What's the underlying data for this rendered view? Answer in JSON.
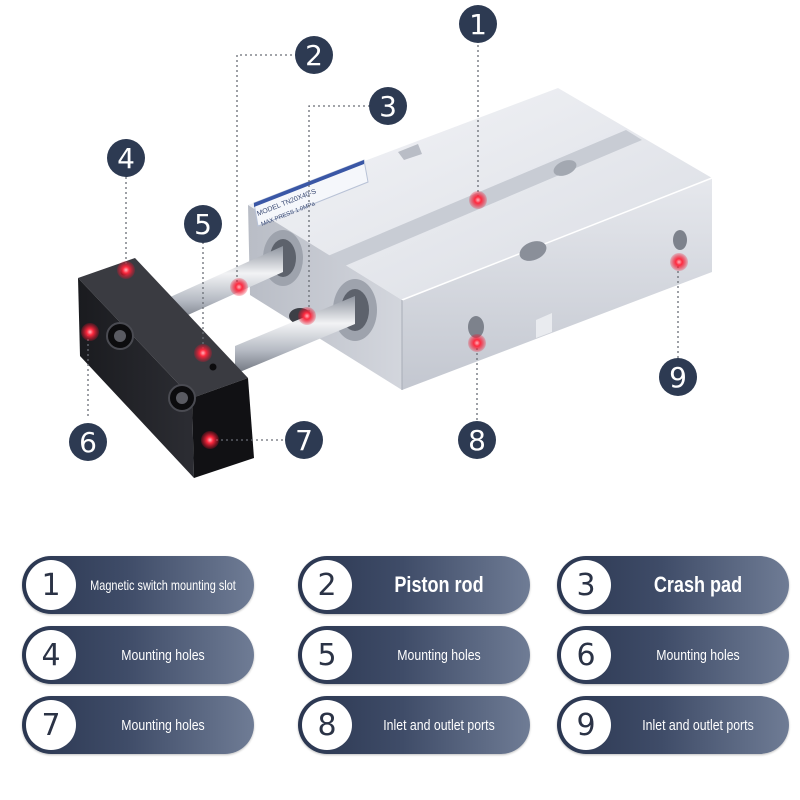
{
  "diagram": {
    "nameplate": {
      "line1": "MODEL TN20X40-S",
      "line2": "MAX PRESS 1.0MPa"
    },
    "callouts": [
      "1",
      "2",
      "3",
      "4",
      "5",
      "6",
      "7",
      "8",
      "9"
    ]
  },
  "legend": [
    {
      "number": "1",
      "label": "Magnetic switch mounting slot"
    },
    {
      "number": "2",
      "label": "Piston rod"
    },
    {
      "number": "3",
      "label": "Crash pad"
    },
    {
      "number": "4",
      "label": "Mounting holes"
    },
    {
      "number": "5",
      "label": "Mounting holes"
    },
    {
      "number": "6",
      "label": "Mounting holes"
    },
    {
      "number": "7",
      "label": "Mounting holes"
    },
    {
      "number": "8",
      "label": "Inlet and outlet ports"
    },
    {
      "number": "9",
      "label": "Inlet and outlet ports"
    }
  ],
  "colors": {
    "marker": "#e8102a",
    "badge": "#2d3a52",
    "pill_start": "#2a3650",
    "pill_end": "#6f7c95"
  }
}
